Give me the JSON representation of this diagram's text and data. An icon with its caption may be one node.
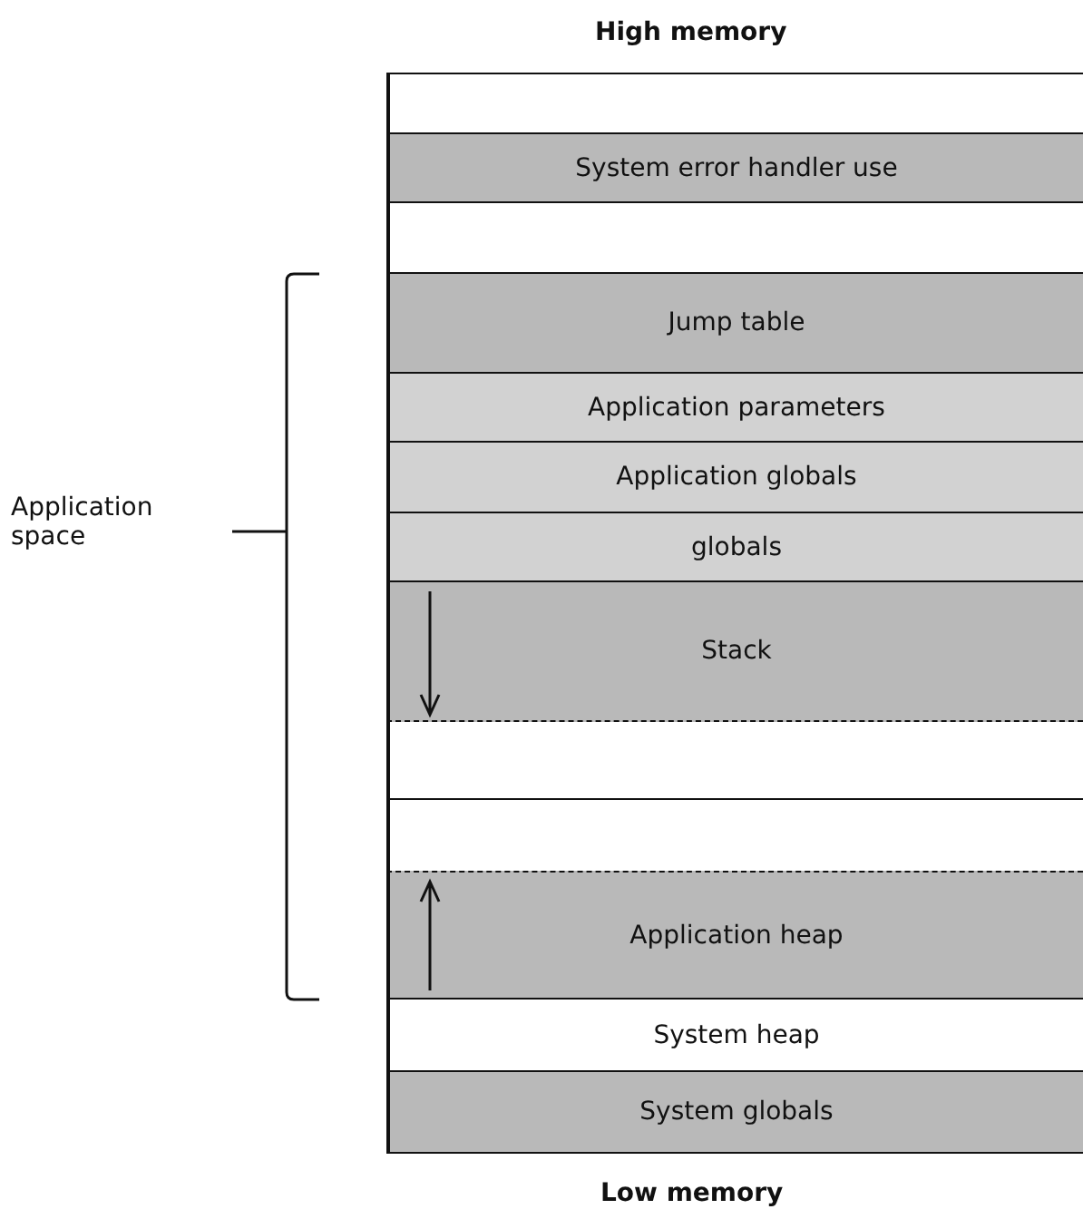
{
  "diagram": {
    "nodes": [
      {
        "text": [],
        "shape": "box"
      },
      {
        "text": [
          "System error handler use"
        ]
      },
      {
        "text": [],
        "shape": "box"
      },
      {
        "text": [
          "Jump table"
        ]
      },
      {
        "text": [
          "Application parameters"
        ]
      },
      {
        "text": [
          "Application globals"
        ]
      },
      {
        "text": [
          "globals"
        ]
      },
      {
        "text": [
          "Stack"
        ]
      },
      {
        "text": [],
        "shape": "box"
      },
      {
        "text": [],
        "shape": "box"
      },
      {
        "text": [
          "Application heap"
        ]
      },
      {
        "text": [
          "System heap"
        ]
      },
      {
        "text": [
          "System globals"
        ]
      }
    ],
    "edges": [],
    "labels": [
      "High memory",
      "Application space",
      "Low memory"
    ]
  }
}
